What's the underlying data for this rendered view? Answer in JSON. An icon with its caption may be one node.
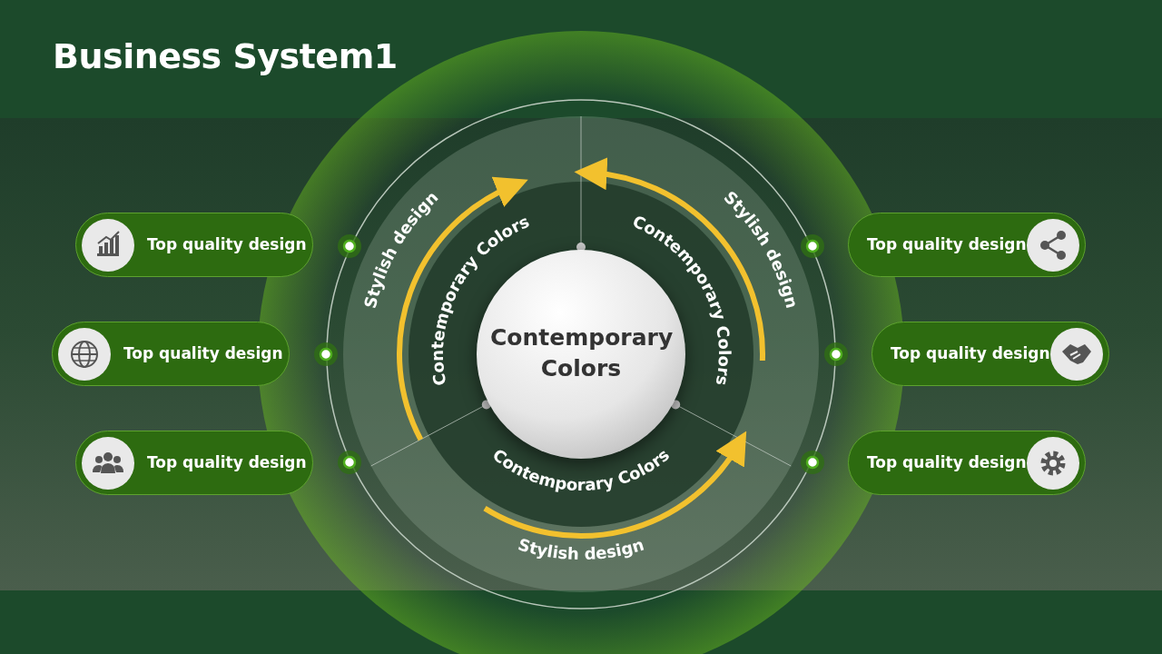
{
  "diagram": {
    "title": "Business System1",
    "nodes": [
      {
        "text": [
          "Contemporary Colors"
        ]
      },
      {
        "text": [
          "Top quality design"
        ]
      },
      {
        "text": [
          "Top quality design"
        ]
      },
      {
        "text": [
          "Top quality design"
        ]
      },
      {
        "text": [
          "Top quality design"
        ]
      },
      {
        "text": [
          "Top quality design"
        ]
      },
      {
        "text": [
          "Top quality design"
        ]
      }
    ],
    "edges": [],
    "labels": [
      "Stylish design",
      "Contemporary Colors",
      "Contemporary Colors",
      "Stylish design",
      "Contemporary Colors",
      "Stylish design"
    ]
  }
}
